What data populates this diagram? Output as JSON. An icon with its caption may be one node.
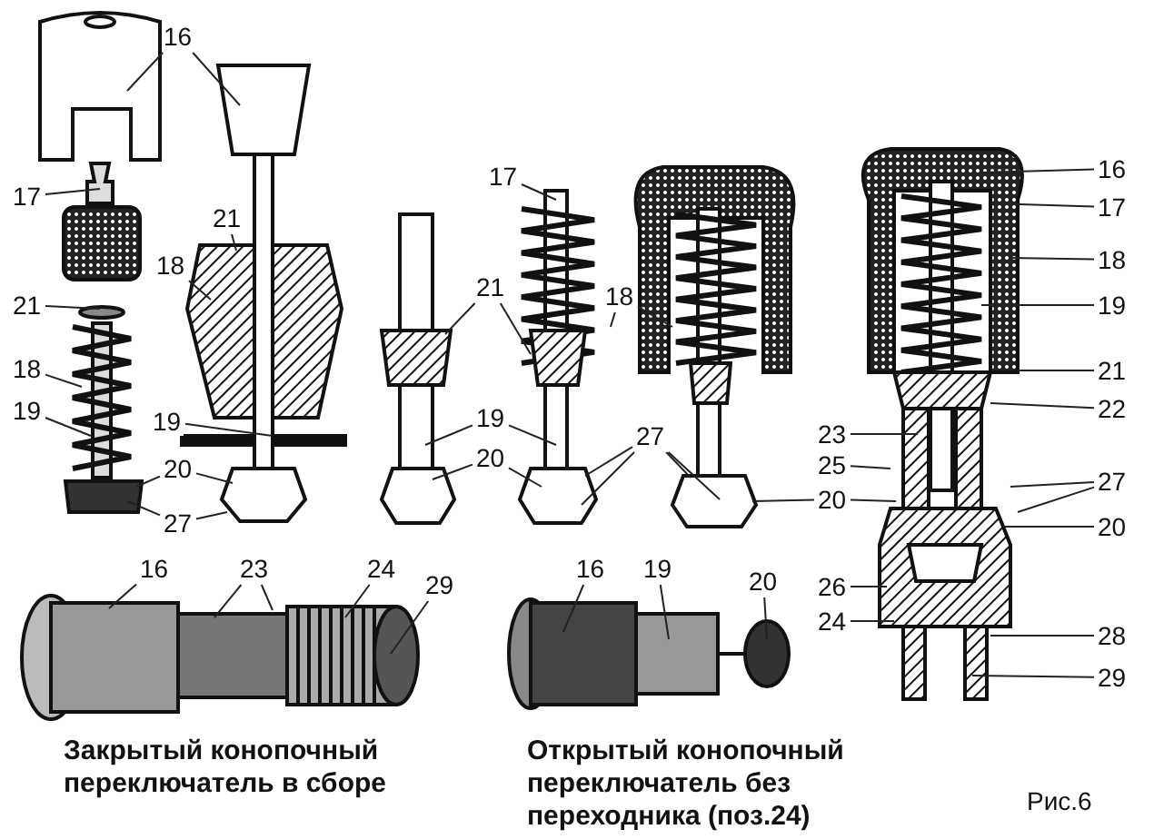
{
  "diagram": {
    "nodes": [
      {
        "text": [
          "16"
        ]
      },
      {
        "text": [
          "17"
        ]
      },
      {
        "text": [
          "21"
        ]
      },
      {
        "text": [
          "18"
        ]
      },
      {
        "text": [
          "19"
        ]
      },
      {
        "text": [
          "20"
        ]
      },
      {
        "text": [
          "27"
        ]
      },
      {
        "text": [
          "21"
        ]
      },
      {
        "text": [
          "18"
        ]
      },
      {
        "text": [
          "19"
        ]
      },
      {
        "text": [
          "21"
        ]
      },
      {
        "text": [
          "19"
        ]
      },
      {
        "text": [
          "20"
        ]
      },
      {
        "text": [
          "17"
        ]
      },
      {
        "text": [
          "18"
        ]
      },
      {
        "text": [
          "27"
        ]
      },
      {
        "text": [
          "20"
        ]
      },
      {
        "text": [
          "16"
        ]
      },
      {
        "text": [
          "17"
        ]
      },
      {
        "text": [
          "18"
        ]
      },
      {
        "text": [
          "19"
        ]
      },
      {
        "text": [
          "21"
        ]
      },
      {
        "text": [
          "22"
        ]
      },
      {
        "text": [
          "23"
        ]
      },
      {
        "text": [
          "25"
        ]
      },
      {
        "text": [
          "27"
        ]
      },
      {
        "text": [
          "20"
        ]
      },
      {
        "text": [
          "26"
        ]
      },
      {
        "text": [
          "24"
        ]
      },
      {
        "text": [
          "28"
        ]
      },
      {
        "text": [
          "29"
        ]
      },
      {
        "text": [
          "16"
        ]
      },
      {
        "text": [
          "23"
        ]
      },
      {
        "text": [
          "24"
        ]
      },
      {
        "text": [
          "29"
        ]
      },
      {
        "text": [
          "16"
        ]
      },
      {
        "text": [
          "19"
        ]
      },
      {
        "text": [
          "20"
        ]
      }
    ],
    "edges": [
      {
        "from": 0,
        "to": null,
        "arrow": "none"
      },
      {
        "from": 0,
        "to": null,
        "arrow": "none"
      },
      {
        "from": 1,
        "to": null,
        "arrow": "none"
      },
      {
        "from": 2,
        "to": null,
        "arrow": "none"
      },
      {
        "from": 3,
        "to": null,
        "arrow": "none"
      },
      {
        "from": 4,
        "to": null,
        "arrow": "none"
      },
      {
        "from": 5,
        "to": null,
        "arrow": "none"
      },
      {
        "from": 5,
        "to": null,
        "arrow": "none"
      },
      {
        "from": 6,
        "to": null,
        "arrow": "none"
      },
      {
        "from": 6,
        "to": null,
        "arrow": "none"
      },
      {
        "from": 7,
        "to": null,
        "arrow": "none"
      },
      {
        "from": 8,
        "to": null,
        "arrow": "none"
      },
      {
        "from": 9,
        "to": null,
        "arrow": "none"
      },
      {
        "from": 10,
        "to": null,
        "arrow": "none"
      },
      {
        "from": 10,
        "to": null,
        "arrow": "none"
      },
      {
        "from": 11,
        "to": null,
        "arrow": "none"
      },
      {
        "from": 11,
        "to": null,
        "arrow": "none"
      },
      {
        "from": 12,
        "to": null,
        "arrow": "none"
      },
      {
        "from": 12,
        "to": null,
        "arrow": "none"
      },
      {
        "from": 13,
        "to": null,
        "arrow": "none"
      },
      {
        "from": 14,
        "to": null,
        "arrow": "none"
      },
      {
        "from": 14,
        "to": null,
        "arrow": "none"
      },
      {
        "from": 15,
        "to": null,
        "arrow": "none"
      },
      {
        "from": 15,
        "to": null,
        "arrow": "none"
      },
      {
        "from": 15,
        "to": null,
        "arrow": "none"
      },
      {
        "from": 15,
        "to": null,
        "arrow": "none"
      },
      {
        "from": 16,
        "to": null,
        "arrow": "none"
      },
      {
        "from": 16,
        "to": null,
        "arrow": "none"
      },
      {
        "from": 17,
        "to": null,
        "arrow": "none"
      },
      {
        "from": 18,
        "to": null,
        "arrow": "none"
      },
      {
        "from": 19,
        "to": null,
        "arrow": "none"
      },
      {
        "from": 20,
        "to": null,
        "arrow": "none"
      },
      {
        "from": 21,
        "to": null,
        "arrow": "none"
      },
      {
        "from": 22,
        "to": null,
        "arrow": "none"
      },
      {
        "from": 23,
        "to": null,
        "arrow": "none"
      },
      {
        "from": 24,
        "to": null,
        "arrow": "none"
      },
      {
        "from": 25,
        "to": null,
        "arrow": "none"
      },
      {
        "from": 25,
        "to": null,
        "arrow": "none"
      },
      {
        "from": 26,
        "to": null,
        "arrow": "none"
      },
      {
        "from": 27,
        "to": null,
        "arrow": "none"
      },
      {
        "from": 28,
        "to": null,
        "arrow": "none"
      },
      {
        "from": 29,
        "to": null,
        "arrow": "none"
      },
      {
        "from": 30,
        "to": null,
        "arrow": "none"
      },
      {
        "from": 31,
        "to": null,
        "arrow": "none"
      },
      {
        "from": 32,
        "to": null,
        "arrow": "none"
      },
      {
        "from": 32,
        "to": null,
        "arrow": "none"
      },
      {
        "from": 33,
        "to": null,
        "arrow": "none"
      },
      {
        "from": 34,
        "to": null,
        "arrow": "none"
      },
      {
        "from": 35,
        "to": null,
        "arrow": "none"
      },
      {
        "from": 36,
        "to": null,
        "arrow": "none"
      },
      {
        "from": 37,
        "to": null,
        "arrow": "none"
      }
    ],
    "labels": [
      "Закрытый конопочный переключатель в сборе",
      "Открытый конопочный переключатель без переходника (поз.24)",
      "Рис.6"
    ]
  }
}
